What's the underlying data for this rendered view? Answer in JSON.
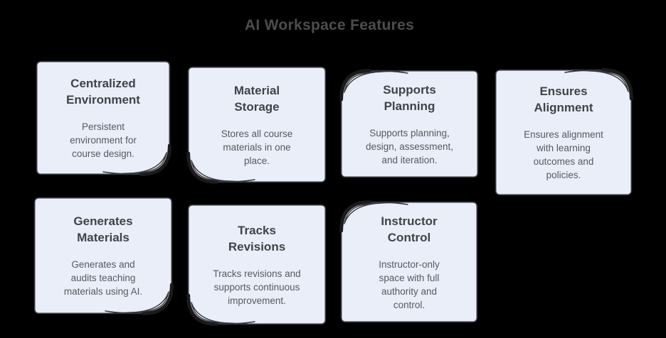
{
  "title": "AI Workspace Features",
  "colors": {
    "background": "#000000",
    "card_fill": "#E9EEF9",
    "card_border": "#33373C",
    "curl_shadow": "#1B1B1B",
    "flap_fill": "#F9FBFE",
    "page_title_text": "#4D4D4D",
    "card_title_text": "#404347",
    "card_body_text": "#56595E"
  },
  "cards": [
    {
      "name": "centralized-environment",
      "title": "Centralized\nEnvironment",
      "body": "Persistent\nenvironment for\ncourse design."
    },
    {
      "name": "material-storage",
      "title": "Material\nStorage",
      "body": "Stores all course\nmaterials in one\nplace."
    },
    {
      "name": "supports-planning",
      "title": "Supports\nPlanning",
      "body": "Supports planning,\ndesign, assessment,\nand iteration."
    },
    {
      "name": "ensures-alignment",
      "title": "Ensures\nAlignment",
      "body": "Ensures alignment\nwith learning\noutcomes and\npolicies."
    },
    {
      "name": "generates-materials",
      "title": "Generates\nMaterials",
      "body": "Generates and\naudits teaching\nmaterials using AI."
    },
    {
      "name": "tracks-revisions",
      "title": "Tracks\nRevisions",
      "body": "Tracks revisions and\nsupports continuous\nimprovement."
    },
    {
      "name": "instructor-control",
      "title": "Instructor\nControl",
      "body": "Instructor-only\nspace with full\nauthority and\ncontrol."
    }
  ]
}
